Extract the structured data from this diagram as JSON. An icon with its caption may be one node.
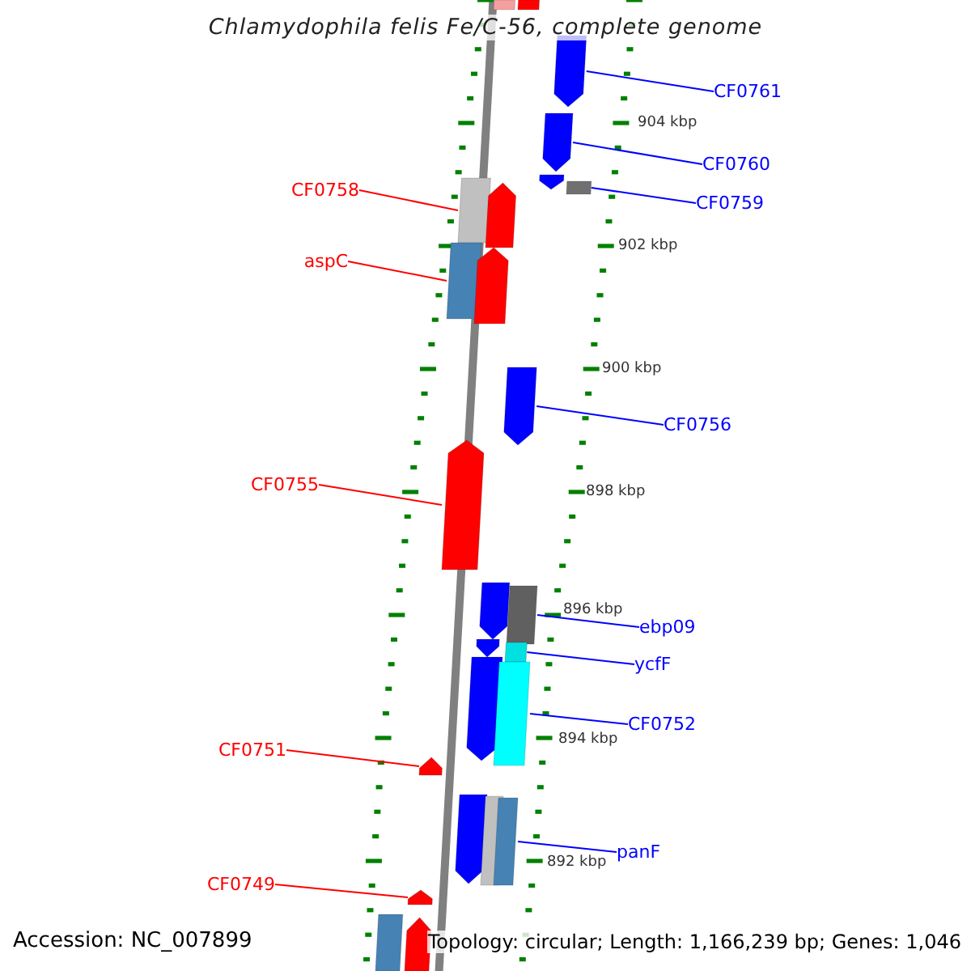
{
  "diagram": {
    "title": "Chlamydophila felis Fe/C-56, complete genome",
    "nodes": [
      {
        "text": [
          "CF0761"
        ]
      },
      {
        "text": [
          "CF0760"
        ]
      },
      {
        "text": [
          "CF0759"
        ]
      },
      {
        "text": [
          "CF0758"
        ]
      },
      {
        "text": [
          "aspC"
        ]
      },
      {
        "text": [
          "CF0756"
        ]
      },
      {
        "text": [
          "CF0755"
        ]
      },
      {
        "text": [
          "ebp09"
        ]
      },
      {
        "text": [
          "ycfF"
        ]
      },
      {
        "text": [
          "CF0752"
        ]
      },
      {
        "text": [
          "CF0751"
        ]
      },
      {
        "text": [
          "panF"
        ]
      },
      {
        "text": [
          "CF0749"
        ]
      },
      {
        "text": [],
        "shape": "bar"
      },
      {
        "text": [],
        "shape": "bar"
      },
      {
        "text": [],
        "shape": "bar"
      },
      {
        "text": [],
        "shape": "bar"
      },
      {
        "text": [],
        "shape": "bar"
      },
      {
        "text": [],
        "shape": "bar"
      },
      {
        "text": [],
        "shape": "bar"
      },
      {
        "text": [],
        "shape": "bar"
      },
      {
        "text": [],
        "shape": "bar"
      },
      {
        "text": [],
        "shape": "bar"
      },
      {
        "text": [],
        "shape": "bar"
      },
      {
        "text": [],
        "shape": "bar"
      },
      {
        "text": [],
        "shape": "bar"
      },
      {
        "text": [],
        "shape": "bar"
      },
      {
        "text": [],
        "shape": "bar"
      },
      {
        "text": [],
        "shape": "bar"
      },
      {
        "text": [],
        "shape": "bar"
      },
      {
        "text": [],
        "shape": "bar"
      },
      {
        "text": [],
        "shape": "bar"
      },
      {
        "text": [],
        "shape": "bar"
      },
      {
        "text": [],
        "shape": "bar"
      },
      {
        "text": [],
        "shape": "bar"
      },
      {
        "text": [],
        "shape": "bar"
      },
      {
        "text": [],
        "shape": "bar"
      },
      {
        "text": [],
        "shape": "bar"
      }
    ],
    "edges": [
      {
        "from": 0,
        "to": 15,
        "arrow": "none"
      },
      {
        "from": 1,
        "to": 16,
        "arrow": "none"
      },
      {
        "from": 2,
        "to": 18,
        "arrow": "none"
      },
      {
        "from": 3,
        "to": 19,
        "arrow": "none",
        "color": "#ff0000"
      },
      {
        "from": 4,
        "to": 21,
        "arrow": "none",
        "color": "#ff0000"
      },
      {
        "from": 5,
        "to": 23,
        "arrow": "none"
      },
      {
        "from": 6,
        "to": 24,
        "arrow": "none",
        "color": "#ff0000"
      },
      {
        "from": 7,
        "to": 26,
        "arrow": "none"
      },
      {
        "from": 8,
        "to": 28,
        "arrow": "none"
      },
      {
        "from": 9,
        "to": 30,
        "arrow": "none"
      },
      {
        "from": 10,
        "to": 31,
        "arrow": "none",
        "color": "#ff0000"
      },
      {
        "from": 11,
        "to": 34,
        "arrow": "none"
      },
      {
        "from": 12,
        "to": 35,
        "arrow": "none",
        "color": "#ff0000"
      }
    ],
    "labels": [
      "904 kbp",
      "902 kbp",
      "900 kbp",
      "898 kbp",
      "896 kbp",
      "894 kbp",
      "892 kbp",
      "Accession: NC_007899",
      "Topology: circular; Length: 1,166,239 bp; Genes: 1,046"
    ]
  }
}
